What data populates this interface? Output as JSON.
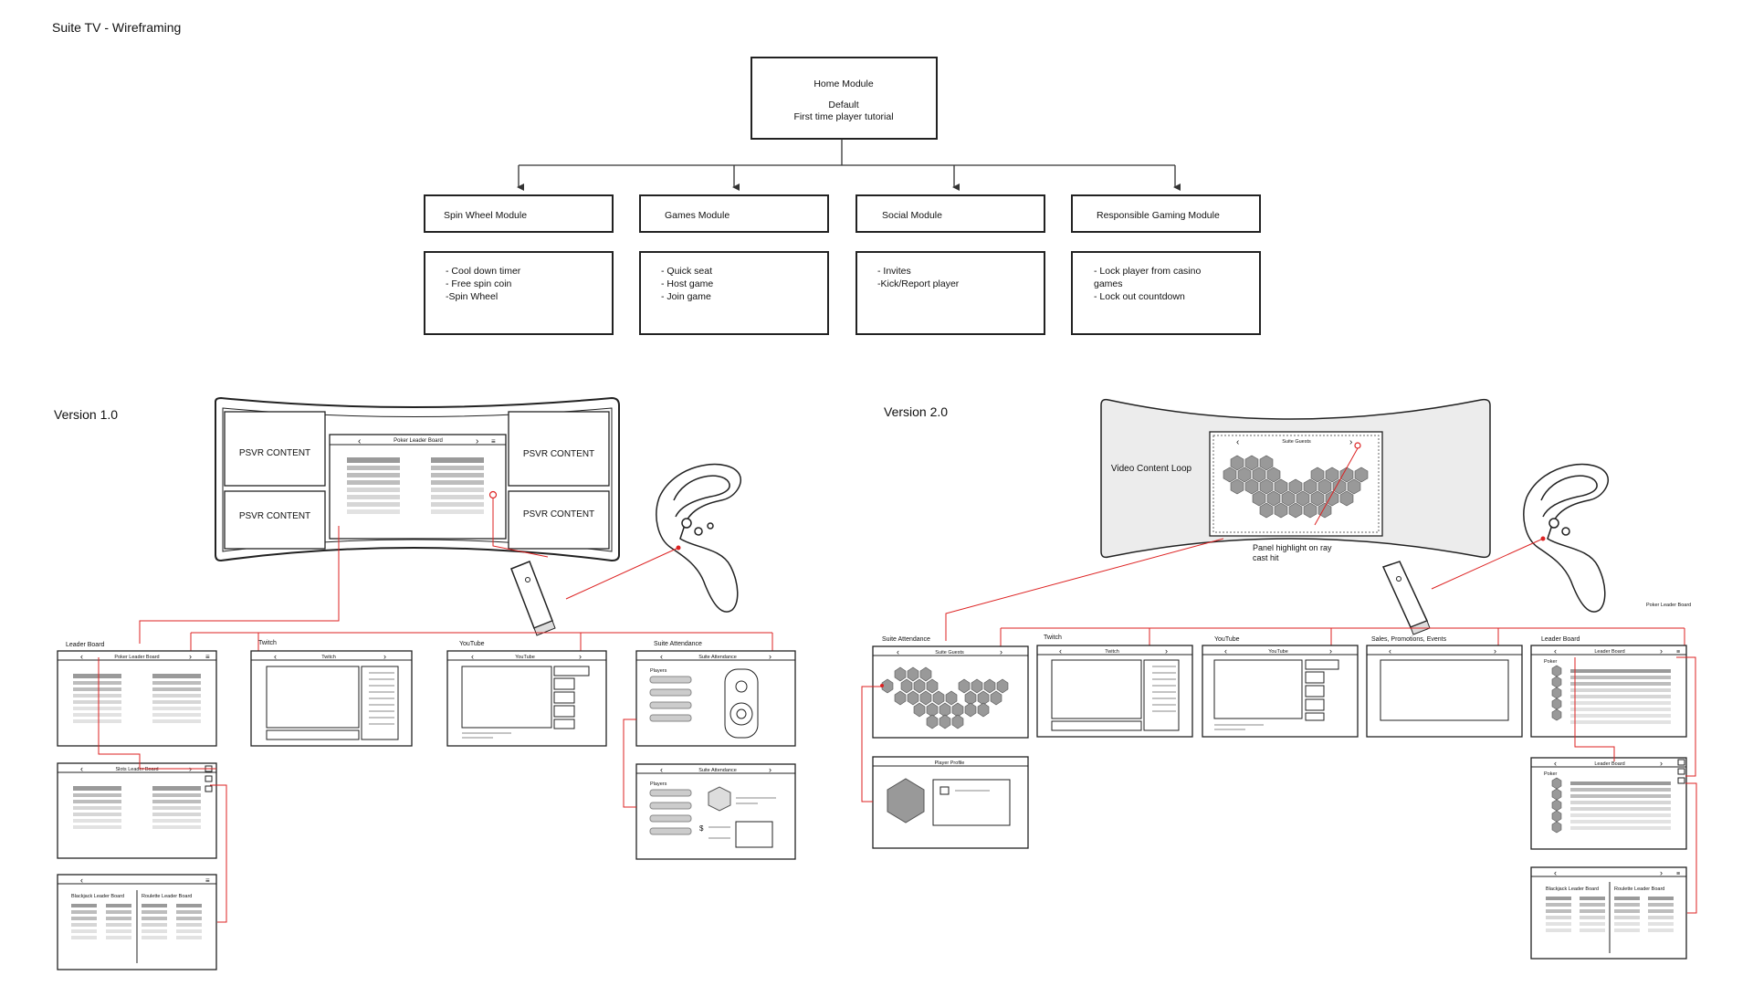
{
  "title": "Suite TV - Wireframing",
  "sitemap": {
    "root": {
      "title": "Home Module",
      "lines": [
        "Default",
        "First time player tutorial"
      ]
    },
    "modules": [
      {
        "title": "Spin Wheel Module",
        "items": [
          "- Cool down timer",
          "- Free spin coin",
          "-Spin Wheel"
        ]
      },
      {
        "title": "Games Module",
        "items": [
          "- Quick seat",
          "- Host game",
          "- Join game"
        ]
      },
      {
        "title": "Social Module",
        "items": [
          "- Invites",
          "-Kick/Report player"
        ]
      },
      {
        "title": "Responsible Gaming Module",
        "items": [
          "- Lock player from casino",
          "games",
          "- Lock out countdown"
        ]
      }
    ]
  },
  "v1": {
    "label": "Version 1.0",
    "psvr": "PSVR CONTENT",
    "center_title": "Poker Leader Board",
    "sections": [
      "Leader Board",
      "Twitch",
      "YouTube",
      "Suite Attendance"
    ],
    "screens": {
      "poker": "Poker Leader Board",
      "twitch": "Twitch",
      "youtube": "YouTube",
      "attendance": "Suite Attendance",
      "slots": "Slots Leader Board",
      "attendance2": "Suite Attendance",
      "blackjack": "Blackjack Leader Board",
      "roulette": "Roulette Leader Board"
    },
    "players_label": "Players",
    "dollar": "$"
  },
  "v2": {
    "label": "Version 2.0",
    "video": "Video Content Loop",
    "center_title": "Suite Guests",
    "caption_lines": [
      "Panel highlight on ray",
      "cast hit"
    ],
    "side_note": "Poker Leader Board",
    "sections": [
      "Suite Attendance",
      "Twitch",
      "YouTube",
      "Sales, Promotions, Events",
      "Leader Board"
    ],
    "screens": {
      "guests": "Suite Guests",
      "twitch": "Twitch",
      "youtube": "YouTube",
      "leader": "Leader Board",
      "profile": "Player Profile",
      "leader2": "Leader Board",
      "blackjack": "Blackjack Leader Board",
      "roulette": "Roulette Leader Board"
    },
    "poker_label": "Poker"
  }
}
